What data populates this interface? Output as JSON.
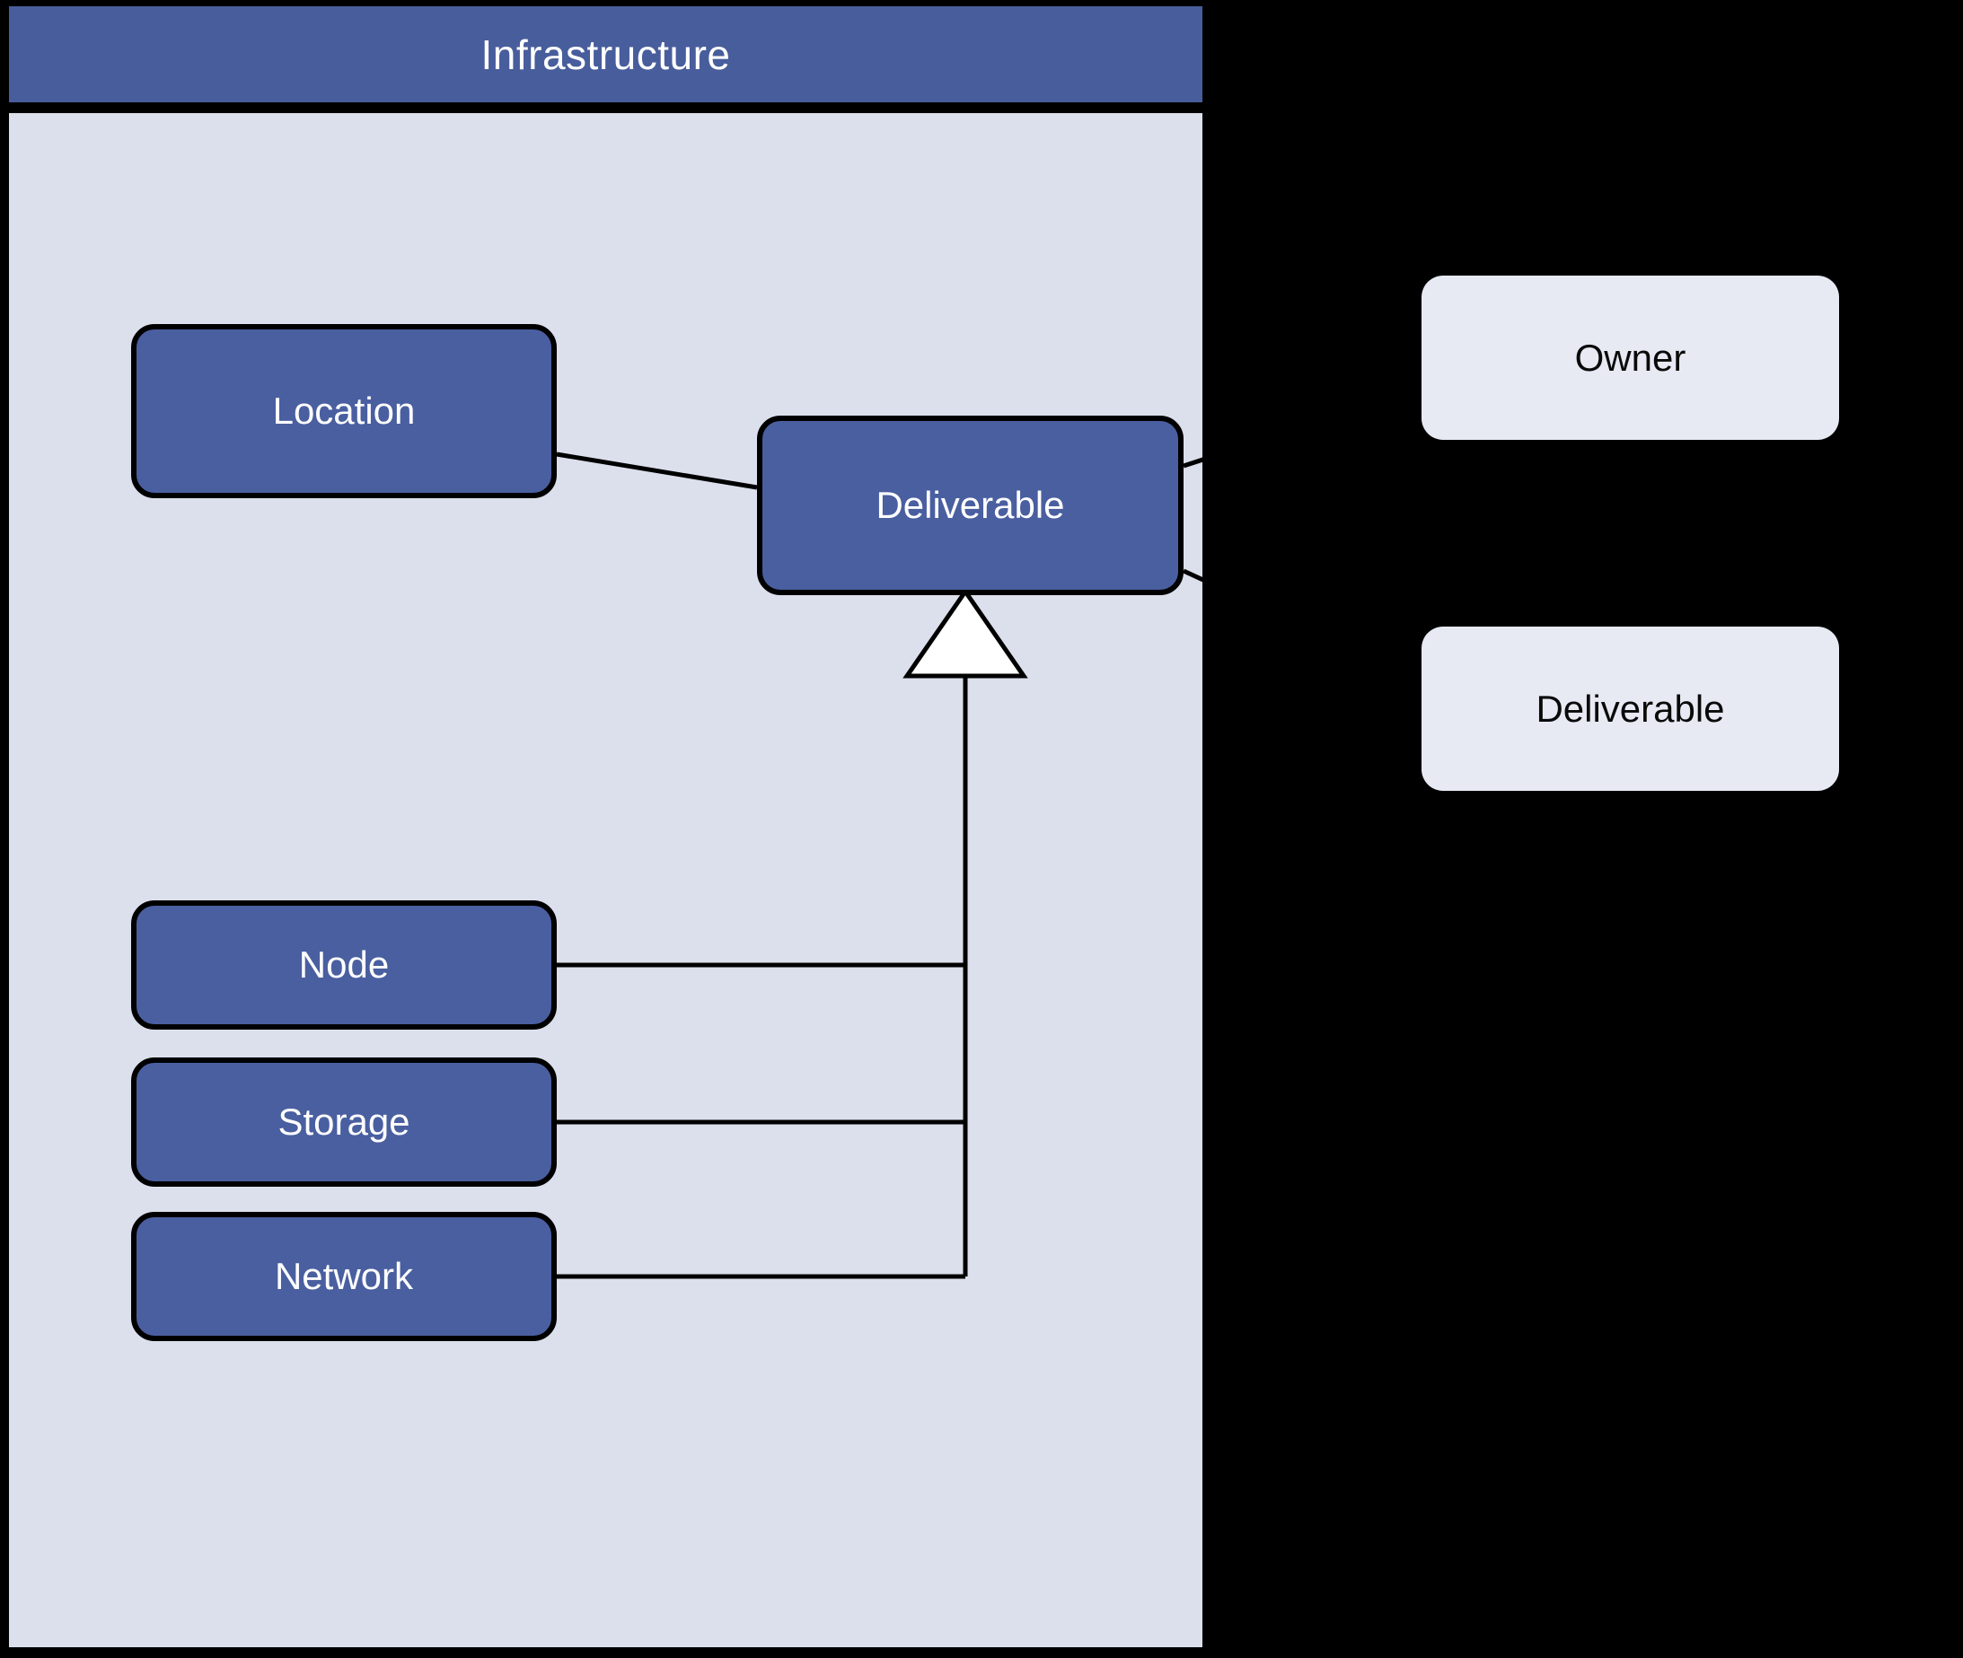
{
  "diagram": {
    "type": "uml-package-diagram",
    "background_color": "#000000",
    "package": {
      "title": "Infrastructure",
      "header_color": "#485D9C",
      "body_color": "#DCE0EC",
      "border_color": "#000000"
    },
    "node_fill_color": "#4A5FA0",
    "node_text_color": "#FFFFFF",
    "nodes": [
      {
        "id": "location",
        "label": "Location"
      },
      {
        "id": "deliverable",
        "label": "Deliverable"
      },
      {
        "id": "node",
        "label": "Node"
      },
      {
        "id": "storage",
        "label": "Storage"
      },
      {
        "id": "network",
        "label": "Network"
      }
    ],
    "relationships": [
      {
        "from": "location",
        "to": "deliverable",
        "kind": "association"
      },
      {
        "from": "node",
        "to": "deliverable",
        "kind": "generalization"
      },
      {
        "from": "storage",
        "to": "deliverable",
        "kind": "generalization"
      },
      {
        "from": "network",
        "to": "deliverable",
        "kind": "generalization"
      },
      {
        "from": "deliverable",
        "to": "owner",
        "kind": "association"
      },
      {
        "from": "deliverable",
        "to": "deliverable-external",
        "kind": "association"
      }
    ]
  },
  "legend": {
    "fill_color": "#E7EAF3",
    "text_color": "#0A0A0A",
    "items": [
      {
        "id": "owner",
        "label": "Owner"
      },
      {
        "id": "deliverable",
        "label": "Deliverable"
      }
    ]
  }
}
